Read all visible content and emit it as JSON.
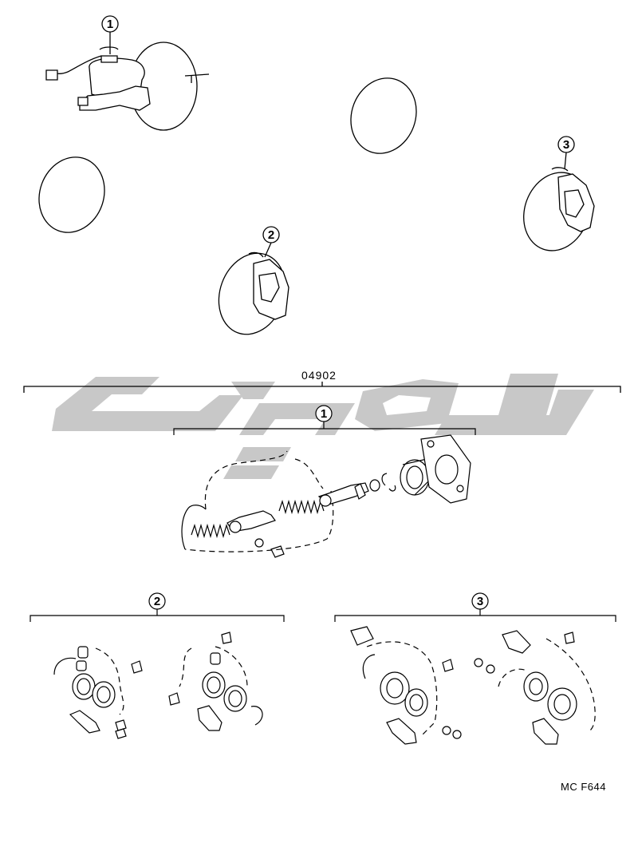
{
  "diagram": {
    "group_code": "04902",
    "callouts": {
      "master_cylinder": "1",
      "caliper_left": "2",
      "caliper_right": "3",
      "kit_master": "1",
      "kit_caliper_left": "2",
      "kit_caliper_right": "3"
    },
    "figure_code": "MC F644"
  },
  "colors": {
    "line": "#000000",
    "watermark": "#c8c8c8",
    "background": "#ffffff"
  }
}
